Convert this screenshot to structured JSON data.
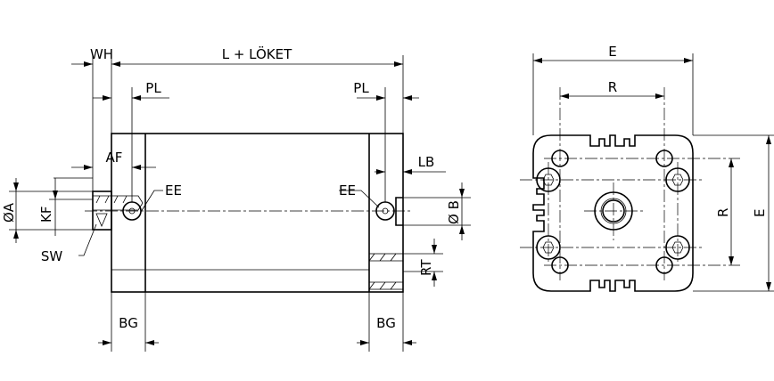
{
  "side_view": {
    "wh": "WH",
    "length": "L + LÖKET",
    "pl_left": "PL",
    "pl_right": "PL",
    "af": "AF",
    "lb": "LB",
    "ee_left": "EE",
    "ee_right": "EE",
    "dia_a": "ØA",
    "kf": "KF",
    "sw": "SW",
    "dia_b": "Ø B",
    "rt": "RT",
    "bg_left": "BG",
    "bg_right": "BG"
  },
  "end_view": {
    "e_top": "E",
    "r_top": "R",
    "r_side": "R",
    "e_side": "E"
  },
  "colors": {
    "line": "#000000",
    "background": "#ffffff"
  }
}
